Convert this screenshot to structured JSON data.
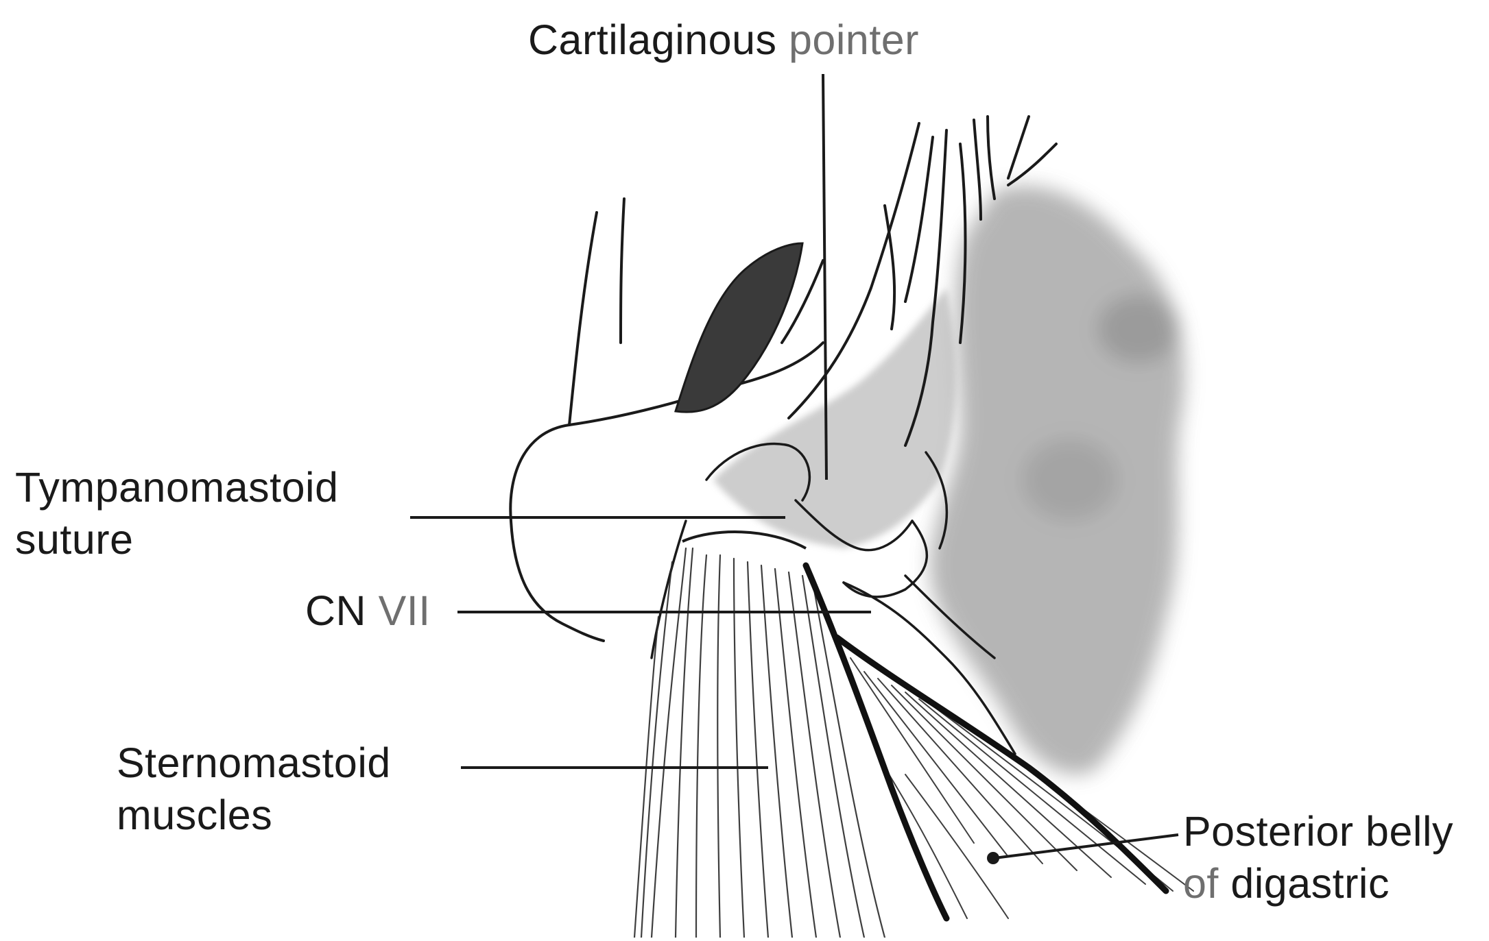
{
  "figure": {
    "labels": {
      "cartilaginous_pointer": {
        "word1": "Cartilaginous",
        "word2": "pointer"
      },
      "tympanomastoid_suture": {
        "line1": "Tympanomastoid",
        "line2": "suture"
      },
      "cn_vii": {
        "part1": "CN",
        "part2": "VII"
      },
      "sternomastoid_muscles": {
        "line1": "Sternomastoid",
        "line2": "muscles"
      },
      "posterior_belly_digastric": {
        "line1": "Posterior belly",
        "line2_a": "of",
        "line2_b": "digastric"
      }
    },
    "colors": {
      "ink": "#1a1a1a",
      "light_label": "#6f6f6f",
      "stipple": "#9a9a9a",
      "dark_fill": "#3a3a3a"
    }
  }
}
